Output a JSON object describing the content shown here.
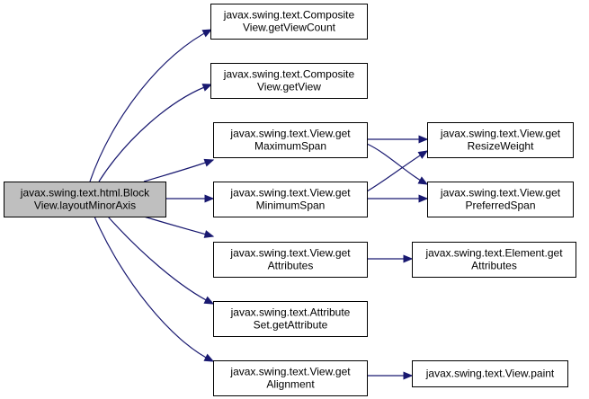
{
  "diagram": {
    "type": "call-graph",
    "edge_color": "#191970",
    "root_fill": "#bfbfbf",
    "nodes": [
      {
        "id": "root",
        "lines": [
          "javax.swing.text.html.Block",
          "View.layoutMinorAxis"
        ],
        "root": true
      },
      {
        "id": "cv_count",
        "lines": [
          "javax.swing.text.Composite",
          "View.getViewCount"
        ]
      },
      {
        "id": "cv_view",
        "lines": [
          "javax.swing.text.Composite",
          "View.getView"
        ]
      },
      {
        "id": "v_max",
        "lines": [
          "javax.swing.text.View.get",
          "MaximumSpan"
        ]
      },
      {
        "id": "v_min",
        "lines": [
          "javax.swing.text.View.get",
          "MinimumSpan"
        ]
      },
      {
        "id": "v_attr",
        "lines": [
          "javax.swing.text.View.get",
          "Attributes"
        ]
      },
      {
        "id": "as_get",
        "lines": [
          "javax.swing.text.Attribute",
          "Set.getAttribute"
        ]
      },
      {
        "id": "v_align",
        "lines": [
          "javax.swing.text.View.get",
          "Alignment"
        ]
      },
      {
        "id": "v_resize",
        "lines": [
          "javax.swing.text.View.get",
          "ResizeWeight"
        ]
      },
      {
        "id": "v_pref",
        "lines": [
          "javax.swing.text.View.get",
          "PreferredSpan"
        ]
      },
      {
        "id": "el_attr",
        "lines": [
          "javax.swing.text.Element.get",
          "Attributes"
        ]
      },
      {
        "id": "v_paint",
        "lines": [
          "javax.swing.text.View.paint"
        ]
      }
    ],
    "edges": [
      {
        "from": "root",
        "to": "cv_count"
      },
      {
        "from": "root",
        "to": "cv_view"
      },
      {
        "from": "root",
        "to": "v_max"
      },
      {
        "from": "root",
        "to": "v_min"
      },
      {
        "from": "root",
        "to": "v_attr"
      },
      {
        "from": "root",
        "to": "as_get"
      },
      {
        "from": "root",
        "to": "v_align"
      },
      {
        "from": "v_max",
        "to": "v_resize"
      },
      {
        "from": "v_max",
        "to": "v_pref"
      },
      {
        "from": "v_min",
        "to": "v_resize"
      },
      {
        "from": "v_min",
        "to": "v_pref"
      },
      {
        "from": "v_attr",
        "to": "el_attr"
      },
      {
        "from": "v_align",
        "to": "v_paint"
      }
    ]
  }
}
